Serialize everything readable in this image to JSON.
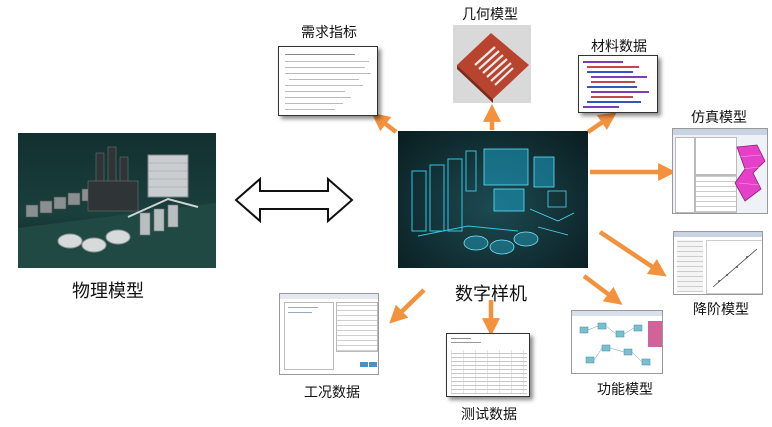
{
  "labels": {
    "physical_model": "物理模型",
    "digital_prototype": "数字样机",
    "requirements": "需求指标",
    "geometry_model": "几何模型",
    "material_data": "材料数据",
    "simulation_model": "仿真模型",
    "reduced_order_model": "降阶模型",
    "functional_model": "功能模型",
    "test_data": "测试数据",
    "operating_data": "工况数据"
  },
  "colors": {
    "arrow": "#F4913C",
    "scene_dark": "#0f2a2e",
    "hologram": "#1fb8d8"
  }
}
